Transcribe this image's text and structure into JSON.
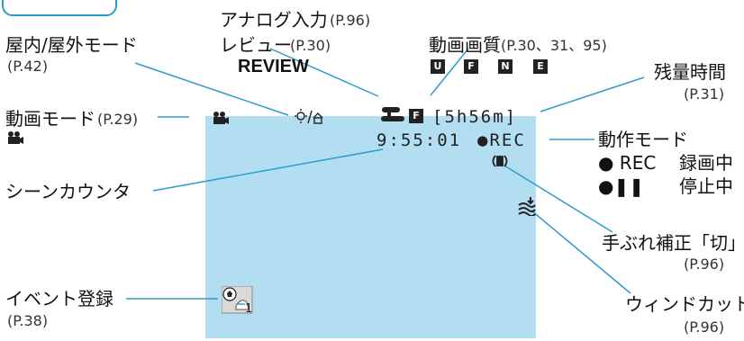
{
  "labels": {
    "analog_input": "アナログ入力",
    "analog_input_ref": "(P.96)",
    "review_jp": "レビュー",
    "review_ref": "(P.30)",
    "review_en": "REVIEW",
    "indoor_outdoor": "屋内/屋外モード",
    "indoor_outdoor_ref": "(P.42)",
    "video_quality": "動画画質",
    "video_quality_ref": "(P.30、31、95)",
    "remaining": "残量時間",
    "remaining_ref": "(P.31)",
    "video_mode": "動画モード",
    "video_mode_ref": "(P.29)",
    "operation_mode": "動作モード",
    "rec_label": "● REC",
    "rec_desc": "録画中",
    "pause_label": "●❚❚",
    "pause_desc": "停止中",
    "scene_counter": "シーンカウンタ",
    "stabilizer_off": "手ぶれ補正「切」",
    "stabilizer_ref": "(P.96)",
    "event_register": "イベント登録",
    "event_ref": "(P.38)",
    "wind_cut": "ウィンドカット",
    "wind_cut_ref": "(P.96)"
  },
  "screen": {
    "remaining_time": "[5h56m]",
    "counter": "9:55:01",
    "rec_status": "●REC",
    "quality_icons": [
      "U",
      "F",
      "N",
      "E"
    ],
    "current_quality_icon": "F",
    "event_number": "1"
  },
  "colors": {
    "screen_bg": "#b3def2",
    "leader_line": "#2e9ccb",
    "tab_border": "#2e9ccb"
  }
}
